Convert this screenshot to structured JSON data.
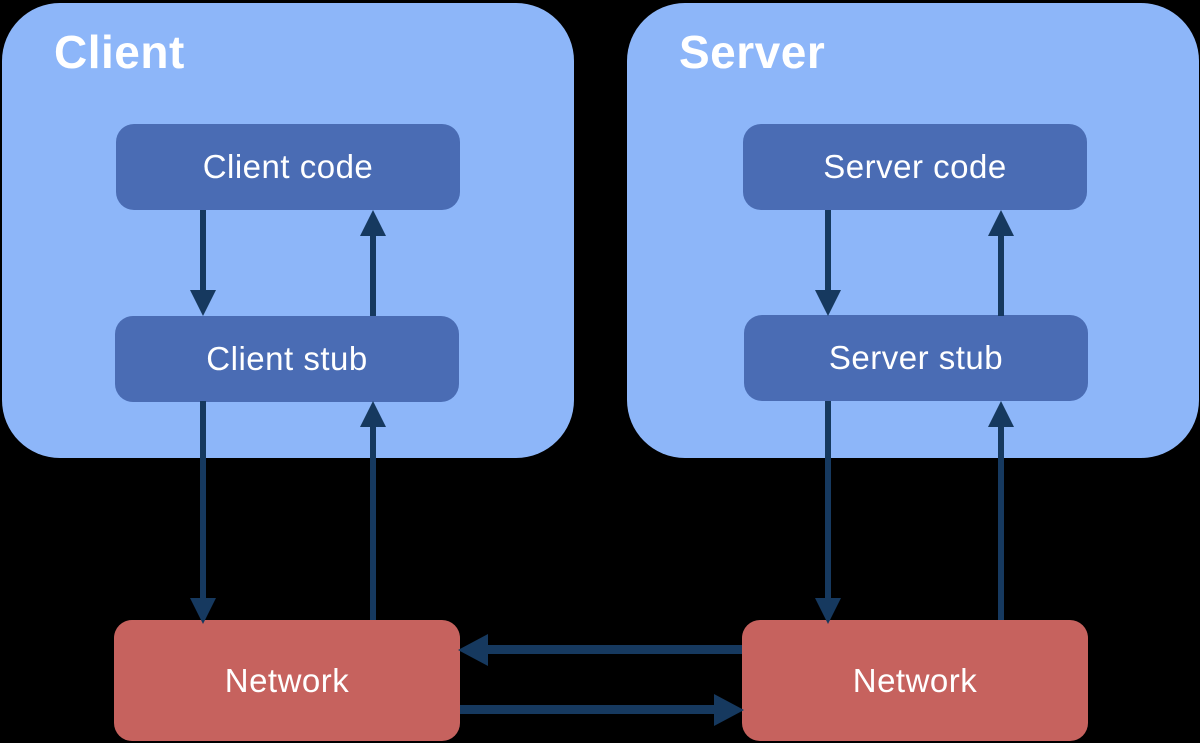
{
  "colors": {
    "background": "#000000",
    "container": "#8db6f9",
    "module": "#4a6cb4",
    "network": "#c6625e",
    "arrow": "#16395f",
    "text": "#ffffff"
  },
  "client": {
    "title": "Client",
    "code_label": "Client code",
    "stub_label": "Client stub",
    "network_label": "Network"
  },
  "server": {
    "title": "Server",
    "code_label": "Server code",
    "stub_label": "Server stub",
    "network_label": "Network"
  }
}
